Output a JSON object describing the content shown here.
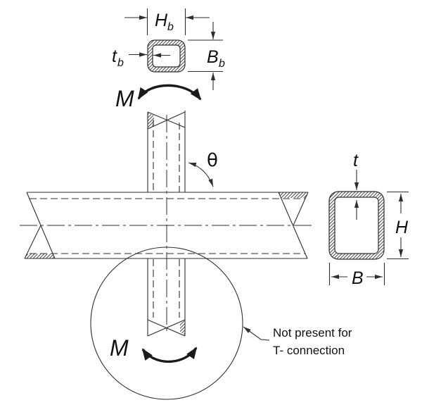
{
  "figure": {
    "labels": {
      "brace_height_main": "H",
      "brace_height_sub": "b",
      "brace_width_main": "B",
      "brace_width_sub": "b",
      "brace_thickness_main": "t",
      "brace_thickness_sub": "b",
      "chord_thickness": "t",
      "chord_height": "H",
      "chord_width": "B",
      "moment_top": "M",
      "moment_bottom": "M",
      "angle_theta": "θ"
    },
    "note": {
      "line1": "Not present for",
      "line2": "T- connection"
    },
    "colors": {
      "line": "#2f2f2f",
      "moment_arrow": "#1a1a1a",
      "text": "#111111",
      "background": "#ffffff"
    }
  }
}
